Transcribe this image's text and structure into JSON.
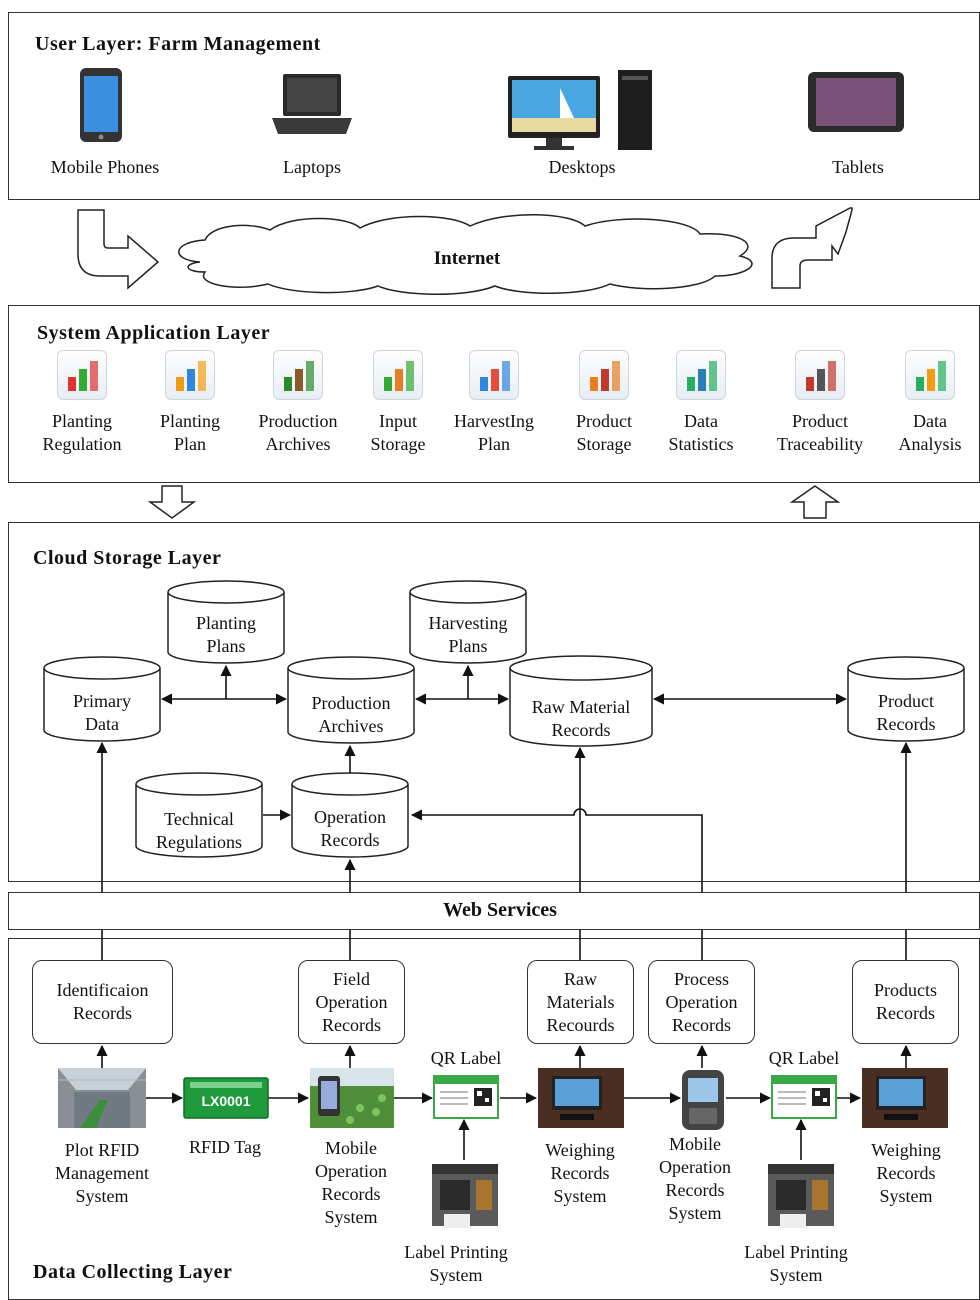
{
  "user_layer": {
    "title": "User Layer: Farm Management",
    "devices": [
      "Mobile Phones",
      "Laptops",
      "Desktops",
      "Tablets"
    ]
  },
  "internet": {
    "label": "Internet"
  },
  "app_layer": {
    "title": "System  Application  Layer",
    "items": [
      {
        "label": "Planting\nRegulation",
        "icon": "tools-icon"
      },
      {
        "label": "Planting\nPlan",
        "icon": "bar-list-icon"
      },
      {
        "label": "Production\nArchives",
        "icon": "seedling-icon"
      },
      {
        "label": "Input\nStorage",
        "icon": "sprout-hand-icon"
      },
      {
        "label": "HarvestIng\nPlan",
        "icon": "calendar-icon"
      },
      {
        "label": "Product\nStorage",
        "icon": "warehouse-icon"
      },
      {
        "label": "Data\nStatistics",
        "icon": "phone-apple-icon"
      },
      {
        "label": "Product\nTraceability",
        "icon": "qr-cherry-icon"
      },
      {
        "label": "Data\nAnalysis",
        "icon": "bar-chart-icon"
      }
    ]
  },
  "cloud_layer": {
    "title": "Cloud Storage  Layer",
    "databases": {
      "planting_plans": "Planting\nPlans",
      "harvesting_plans": "Harvesting\nPlans",
      "primary_data": "Primary\nData",
      "production_archives": "Production\nArchives",
      "raw_material_records": "Raw Material\nRecords",
      "product_records": "Product\nRecords",
      "technical_regulations": "Technical\nRegulations",
      "operation_records": "Operation\nRecords"
    }
  },
  "web_services": {
    "label": "Web Services"
  },
  "collect_layer": {
    "title": "Data Collecting  Layer",
    "records": {
      "identification": "Identificaion\nRecords",
      "field_operation": "Field\nOperation\nRecords",
      "raw_materials": "Raw\nMaterials\nRecourds",
      "process_operation": "Process\nOperation\nRecords",
      "products": "Products\nRecords"
    },
    "sources": {
      "plot_rfid": "Plot RFID\nManagement\nSystem",
      "rfid_tag": "RFID Tag",
      "rfid_tag_code": "LX0001",
      "mobile_op_1": "Mobile\nOperation\nRecords\nSystem",
      "qr_label_1": "QR Label",
      "weighing_1": "Weighing\nRecords\nSystem",
      "mobile_op_2": "Mobile\nOperation\nRecords\nSystem",
      "qr_label_2": "QR Label",
      "weighing_2": "Weighing\nRecords\nSystem",
      "label_print_1": "Label Printing\nSystem",
      "label_print_2": "Label Printing\nSystem"
    }
  },
  "colors": {
    "line": "#111111",
    "border": "#333333",
    "rfid_green": "#1f9a3c",
    "qr_green": "#3aa845"
  }
}
